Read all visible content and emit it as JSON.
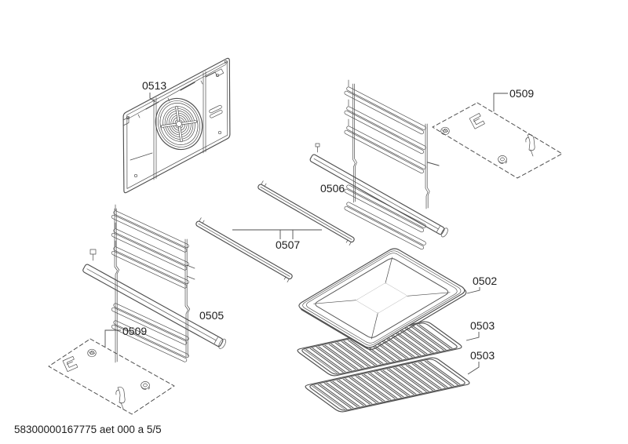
{
  "page": {
    "background": "#ffffff",
    "line_color": "#4f4f4f",
    "label_color": "#1d1d1d"
  },
  "diagram": {
    "footer_ref": "58300000167775 aet 000 a 5/5",
    "parts": {
      "back_panel": {
        "code": "0513"
      },
      "side_rack_right": {
        "code": "0506"
      },
      "mounting_kit_top_right": {
        "code": "0509"
      },
      "pull_out_rails": {
        "code": "0507"
      },
      "side_rack_left": {
        "code": "0505"
      },
      "mounting_kit_bottom_left": {
        "code": "0509"
      },
      "baking_tray": {
        "code": "0502"
      },
      "wire_rack_upper": {
        "code": "0503"
      },
      "wire_rack_lower": {
        "code": "0503"
      }
    }
  }
}
